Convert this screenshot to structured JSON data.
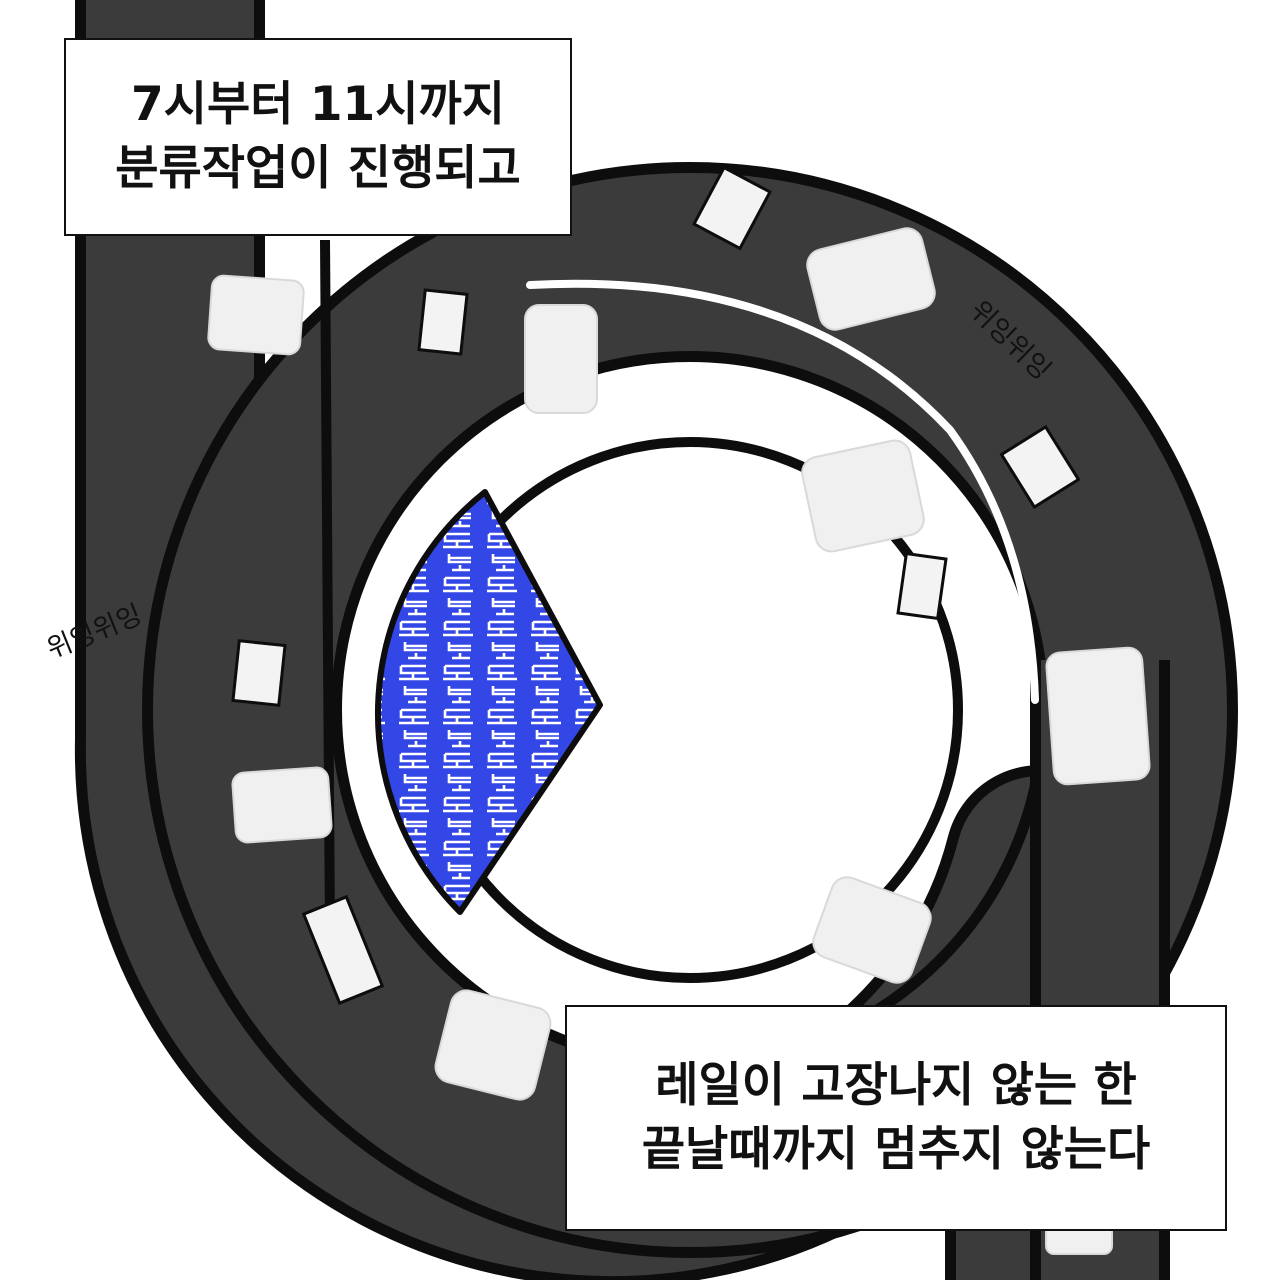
{
  "captions": {
    "top": {
      "line1": "7시부터 11시까지",
      "line2": "분류작업이 진행되고"
    },
    "bottom": {
      "line1": "레일이 고장나지 않는 한",
      "line2": "끝날때까지 멈추지 않는다"
    }
  },
  "sound_effects": {
    "right": "위잉위잉",
    "left": "위잉위잉"
  },
  "colors": {
    "belt": "#3b3b3b",
    "belt_edge": "#0d0d0d",
    "parcel": "#f3f3f3",
    "chute": "#3346e6",
    "background": "#ffffff"
  }
}
